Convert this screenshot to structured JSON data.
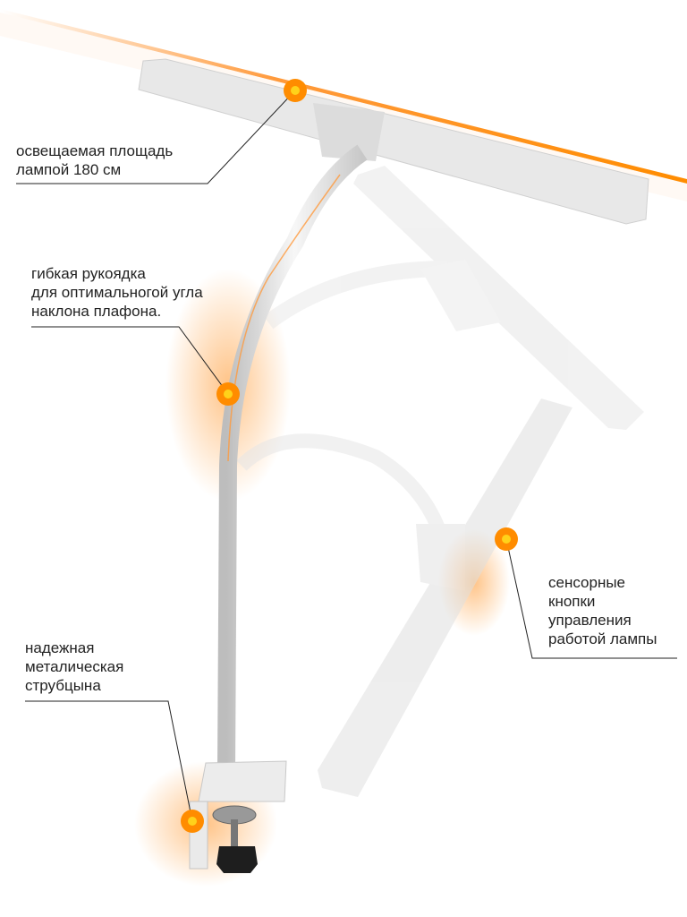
{
  "callouts": {
    "area": {
      "lines": [
        "освещаемая площадь",
        "лампой 180 см"
      ]
    },
    "arm": {
      "lines": [
        "гибкая рукоядка",
        "для оптимальногой угла",
        "наклона плафона."
      ]
    },
    "buttons": {
      "lines": [
        "сенсорные",
        "кнопки",
        "управления",
        "работой лампы"
      ]
    },
    "clamp": {
      "lines": [
        "надежная",
        "металическая",
        "струбцына"
      ]
    }
  },
  "colors": {
    "accent": "#ff8c00",
    "dot_center": "#ffd21a",
    "glow": "#ffb060",
    "lamp": "#e6e6e6",
    "text": "#222222"
  }
}
